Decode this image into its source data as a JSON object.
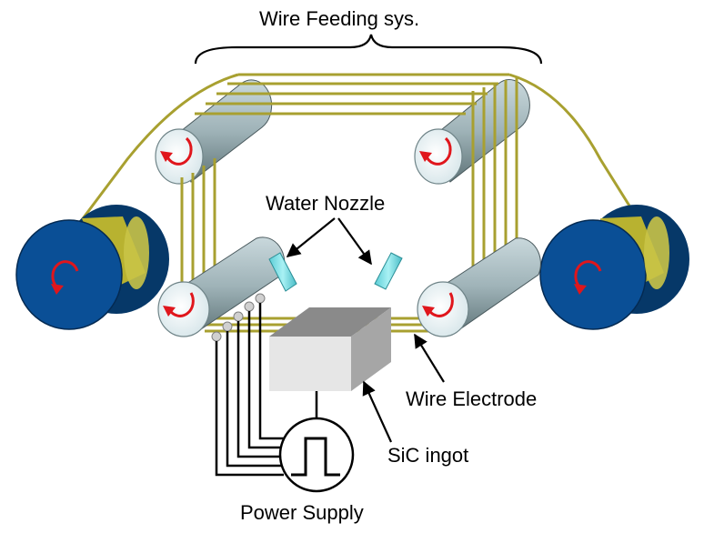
{
  "labels": {
    "wire_feeding": "Wire Feeding sys.",
    "water_nozzle": "Water Nozzle",
    "wire_electrode": "Wire Electrode",
    "sic_ingot": "SiC ingot",
    "power_supply": "Power Supply"
  },
  "colors": {
    "wire": "#a8a030",
    "roller": "#a9bcc0",
    "roller_dark": "#6f8488",
    "spool": "#0a4f96",
    "spool_dark": "#063868",
    "spool_hub": "#b8b230",
    "rotation_arrow": "#e0161c",
    "nozzle": "#7fe0e6",
    "ingot_front": "#e6e6e6",
    "ingot_top": "#8a8a8a",
    "ingot_side": "#a6a6a6",
    "cable": "#000000"
  },
  "icons": {
    "rotation": "rotation-arrow-icon",
    "pulse": "square-pulse-icon"
  }
}
